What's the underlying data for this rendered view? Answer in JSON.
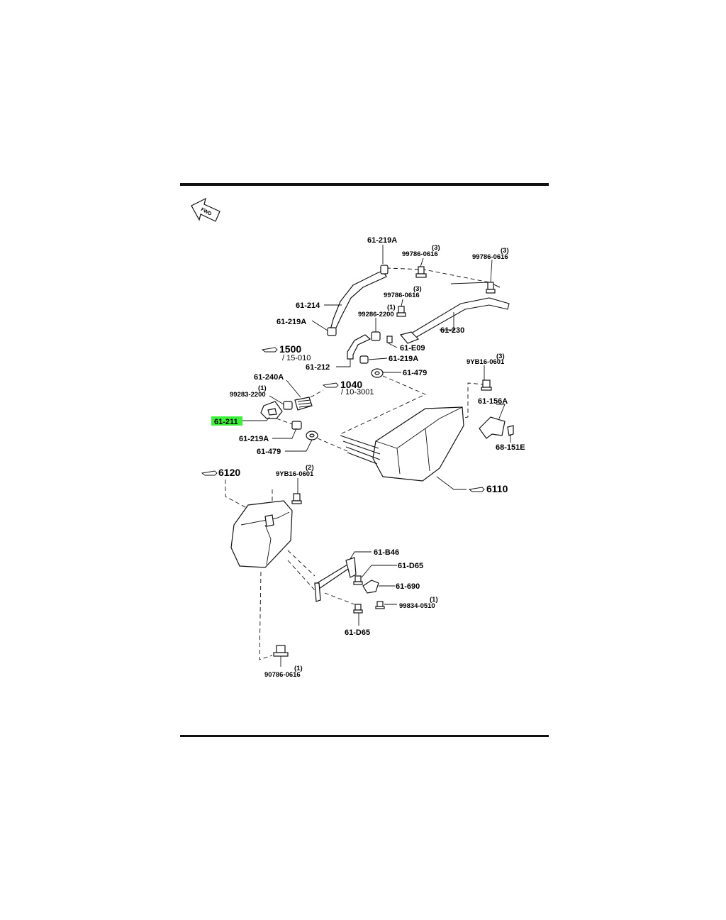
{
  "diagram": {
    "fwd_arrow_label": "FWD",
    "highlight_color": "#3cf03c",
    "labels": {
      "p61_219A_top": "61-219A",
      "p99786_0616_a": "99786-0616",
      "p99786_0616_a_qty": "(3)",
      "p99786_0616_b": "99786-0616",
      "p99786_0616_b_qty": "(3)",
      "p99786_0616_c": "99786-0616",
      "p99786_0616_c_qty": "(3)",
      "p61_214": "61-214",
      "p99286_2200": "99286-2200",
      "p99286_2200_qty": "(1)",
      "p61_219A_mid": "61-219A",
      "p61_230": "61-230",
      "p61_E09": "61-E09",
      "p61_212": "61-212",
      "p61_219A_r": "61-219A",
      "p61_479_r": "61-479",
      "p9YB16_0601_r": "9YB16-0601",
      "p9YB16_0601_r_qty": "(3)",
      "p61_240A": "61-240A",
      "p99283_2200": "99283-2200",
      "p99283_2200_qty": "(1)",
      "p61_211": "61-211",
      "p61_219A_low": "61-219A",
      "p61_479_low": "61-479",
      "p61_156A": "61-156A",
      "p68_151E": "68-151E",
      "p9YB16_0601_l": "9YB16-0601",
      "p9YB16_0601_l_qty": "(2)",
      "p61_B46": "61-B46",
      "p61_D65_a": "61-D65",
      "p61_690": "61-690",
      "p99834_0510": "99834-0510",
      "p99834_0510_qty": "(1)",
      "p61_D65_b": "61-D65",
      "p90786_0616": "90786-0616",
      "p90786_0616_qty": "(1)"
    },
    "refs": {
      "r1500": "1500",
      "r1500_sub": "/ 15-010",
      "r1040": "1040",
      "r1040_sub": "/ 10-3001",
      "r6120": "6120",
      "r6110": "6110"
    }
  }
}
